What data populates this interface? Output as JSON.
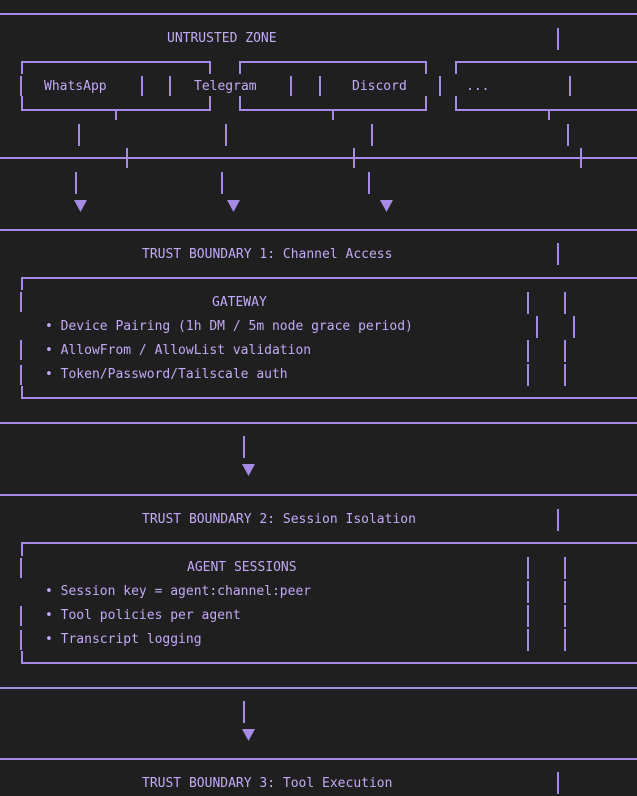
{
  "untrusted": {
    "title": "UNTRUSTED ZONE",
    "channels": [
      "WhatsApp",
      "Telegram",
      "Discord",
      "..."
    ]
  },
  "boundary1": {
    "title": "TRUST BOUNDARY 1: Channel Access",
    "box_title": "GATEWAY",
    "items": [
      "• Device Pairing (1h DM / 5m node grace period)",
      "• AllowFrom / AllowList validation",
      "• Token/Password/Tailscale auth"
    ]
  },
  "boundary2": {
    "title": "TRUST BOUNDARY 2: Session Isolation",
    "box_title": "AGENT SESSIONS",
    "items": [
      "• Session key = agent:channel:peer",
      "• Tool policies per agent",
      "• Transcript logging"
    ]
  },
  "boundary3": {
    "title": "TRUST BOUNDARY 3: Tool Execution"
  },
  "colors": {
    "background": "#1f1f1f",
    "line": "#a58be6",
    "text": "#c3a9f7"
  }
}
